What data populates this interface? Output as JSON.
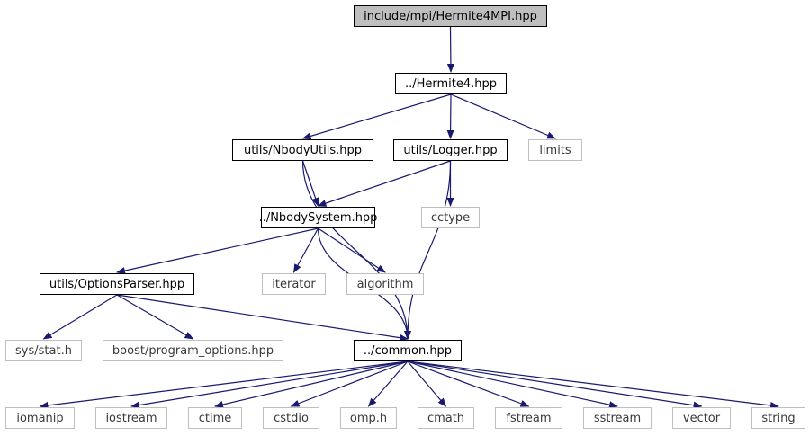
{
  "diagram": {
    "colors": {
      "edge": "#191970",
      "root_fill": "#bfbfbf",
      "internal_border": "#000000",
      "external_border": "#bfbfbf"
    },
    "nodes": {
      "root": "include/mpi/Hermite4MPI.hpp",
      "hermite4": "../Hermite4.hpp",
      "nbodyutils": "utils/NbodyUtils.hpp",
      "logger": "utils/Logger.hpp",
      "limits": "limits",
      "nbodysystem": "../NbodySystem.hpp",
      "cctype": "cctype",
      "optionsparser": "utils/OptionsParser.hpp",
      "iterator": "iterator",
      "algorithm": "algorithm",
      "sysstat": "sys/stat.h",
      "boostpo": "boost/program_options.hpp",
      "common": "../common.hpp",
      "iomanip": "iomanip",
      "iostream": "iostream",
      "ctime": "ctime",
      "cstdio": "cstdio",
      "omp": "omp.h",
      "cmath": "cmath",
      "fstream": "fstream",
      "sstream": "sstream",
      "vector": "vector",
      "string": "string"
    },
    "edges": [
      [
        "root",
        "hermite4"
      ],
      [
        "hermite4",
        "nbodyutils"
      ],
      [
        "hermite4",
        "logger"
      ],
      [
        "hermite4",
        "limits"
      ],
      [
        "nbodyutils",
        "nbodysystem"
      ],
      [
        "nbodyutils",
        "common"
      ],
      [
        "logger",
        "nbodysystem"
      ],
      [
        "logger",
        "cctype"
      ],
      [
        "logger",
        "common"
      ],
      [
        "nbodysystem",
        "optionsparser"
      ],
      [
        "nbodysystem",
        "iterator"
      ],
      [
        "nbodysystem",
        "algorithm"
      ],
      [
        "nbodysystem",
        "common"
      ],
      [
        "optionsparser",
        "sysstat"
      ],
      [
        "optionsparser",
        "boostpo"
      ],
      [
        "optionsparser",
        "common"
      ],
      [
        "common",
        "iomanip"
      ],
      [
        "common",
        "iostream"
      ],
      [
        "common",
        "ctime"
      ],
      [
        "common",
        "cstdio"
      ],
      [
        "common",
        "omp"
      ],
      [
        "common",
        "cmath"
      ],
      [
        "common",
        "fstream"
      ],
      [
        "common",
        "sstream"
      ],
      [
        "common",
        "vector"
      ],
      [
        "common",
        "string"
      ]
    ]
  }
}
